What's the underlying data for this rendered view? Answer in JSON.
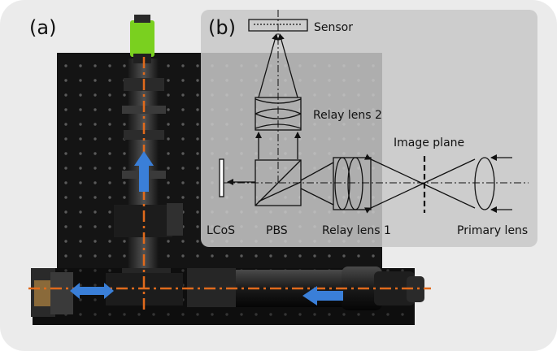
{
  "panels": {
    "a_label": "(a)",
    "b_label": "(b)"
  },
  "schematic": {
    "sensor": "Sensor",
    "relay_lens_2": "Relay lens 2",
    "image_plane": "Image plane",
    "lcos": "LCoS",
    "pbs": "PBS",
    "relay_lens_1": "Relay lens 1",
    "primary_lens": "Primary lens"
  },
  "colors": {
    "background": "#ebebeb",
    "overlay": "#c8c8c8",
    "breadboard": "#151515",
    "camera": "#7ad01f",
    "optical_axis": "#e06a1c",
    "arrow": "#3a7fd8",
    "lines": "#111111"
  },
  "icons": [
    "camera-icon",
    "direction-arrow-icon",
    "lens-icon",
    "sensor-icon"
  ]
}
